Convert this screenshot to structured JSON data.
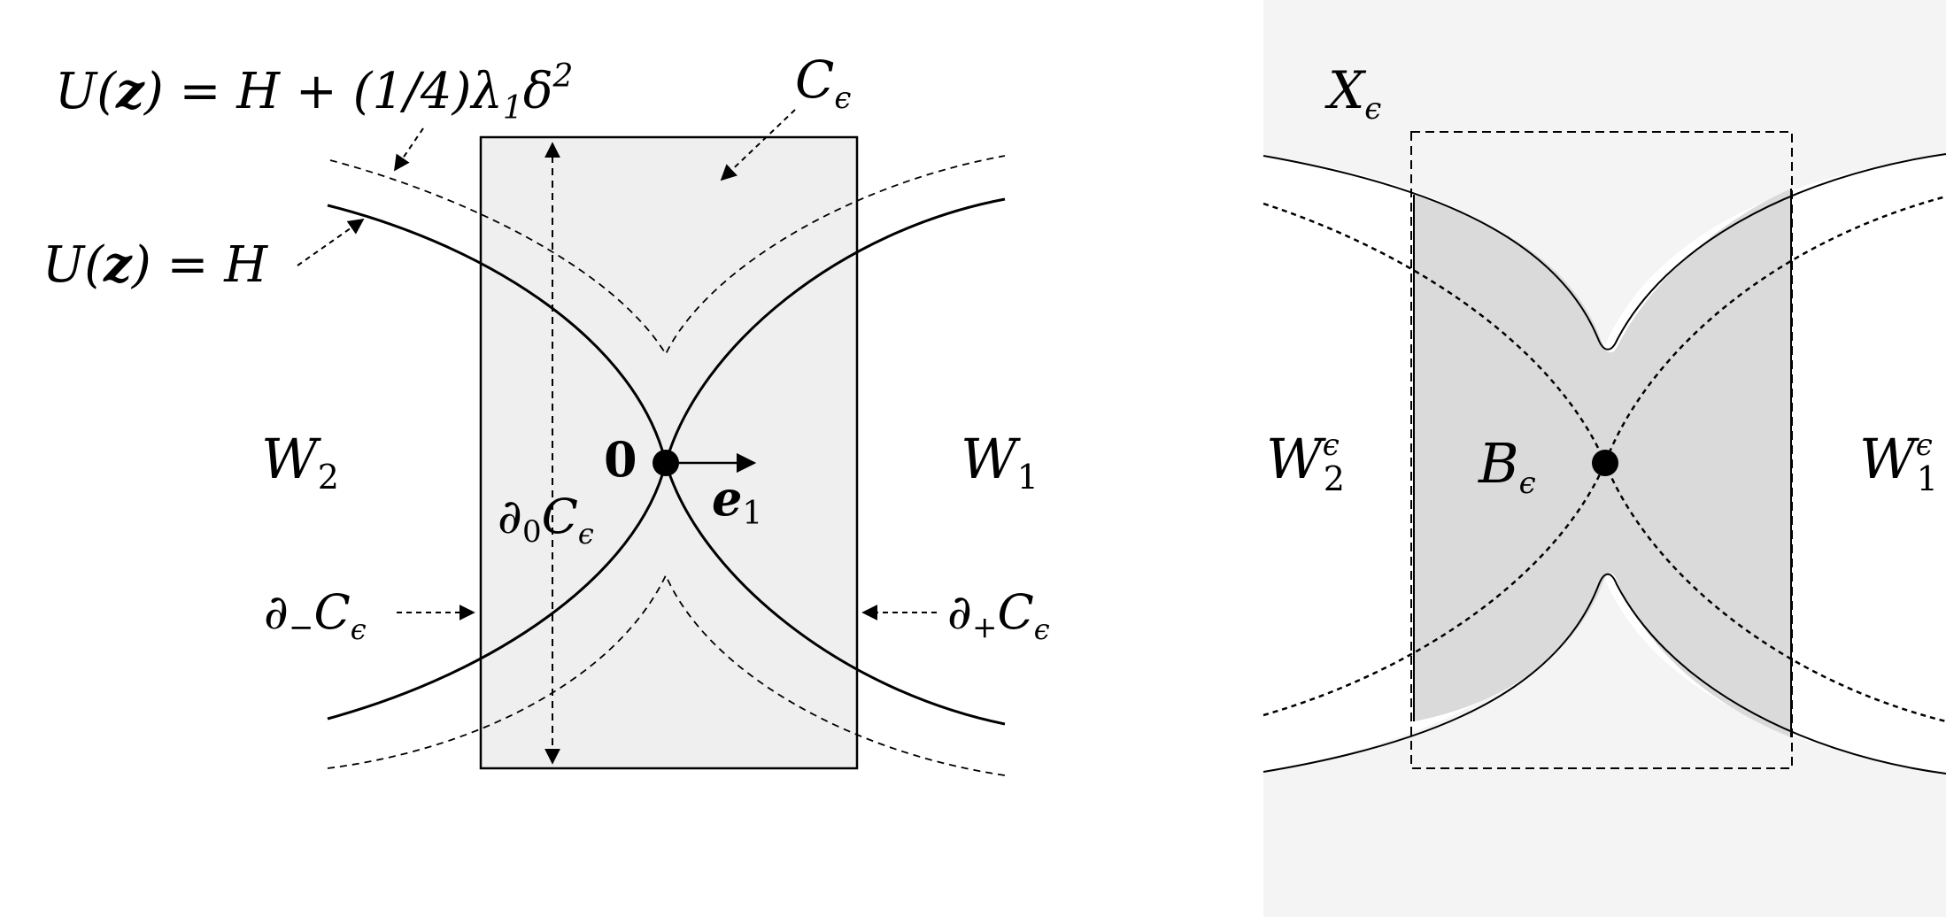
{
  "left_panel": {
    "label_level_lambda": {
      "U": "U(",
      "z": "z",
      "rest": ") = H + (1/4)λ",
      "sub": "1",
      "delta": "δ",
      "sup": "2"
    },
    "label_level_H": {
      "U": "U(",
      "z": "z",
      "rest": ") = H"
    },
    "label_C_eps": {
      "main": "C",
      "sub": "ϵ"
    },
    "label_W2": {
      "main": "W",
      "sub": "2"
    },
    "label_W1": {
      "main": "W",
      "sub": "1"
    },
    "label_origin": "0",
    "label_e1": {
      "main": "e",
      "sub": "1"
    },
    "label_d0C": {
      "d": "∂",
      "sub0": "0",
      "main": "C",
      "sub": "ϵ"
    },
    "label_dminusC": {
      "d": "∂",
      "sub0": "−",
      "main": "C",
      "sub": "ϵ"
    },
    "label_dplusC": {
      "d": "∂",
      "sub0": "+",
      "main": "C",
      "sub": "ϵ"
    }
  },
  "right_panel": {
    "label_X_eps": {
      "main": "X",
      "sub": "ϵ"
    },
    "label_W2_eps": {
      "main": "W",
      "sub": "2",
      "sup": "ϵ"
    },
    "label_W1_eps": {
      "main": "W",
      "sub": "1",
      "sup": "ϵ"
    },
    "label_B_eps": {
      "main": "B",
      "sub": "ϵ"
    }
  },
  "colors": {
    "box_fill": "#efefef",
    "right_bg": "#f4f4f4",
    "region_fill": "#dadada",
    "stroke": "#000000"
  }
}
